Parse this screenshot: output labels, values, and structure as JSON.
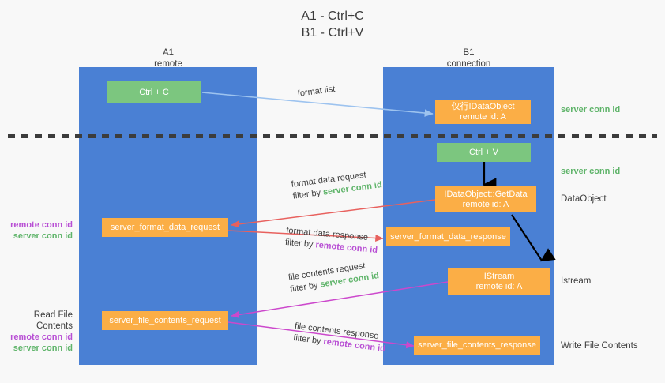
{
  "title": {
    "line1": "A1 - Ctrl+C",
    "line2": "B1 - Ctrl+V"
  },
  "colors": {
    "lane": "#4a80d4",
    "green_box": "#7cc67f",
    "orange_box": "#fbae46",
    "background": "#f8f8f8",
    "server_conn_id": "#5fb46a",
    "remote_conn_id": "#b84fd4",
    "arrow_format_list": "#9dc3ef",
    "arrow_format_data": "#e8615e",
    "arrow_file_contents": "#cc48cc",
    "arrow_internal": "#000000",
    "divider": "#3c3c3c"
  },
  "lanes": [
    {
      "name": "A1",
      "sub": "remote"
    },
    {
      "name": "B1",
      "sub": "connection"
    }
  ],
  "nodes": {
    "ctrl_c": {
      "label": "Ctrl + C"
    },
    "ctrl_v": {
      "label": "Ctrl + V"
    },
    "idataobject": {
      "line1": "仅行IDataObject",
      "line2": "remote id: A"
    },
    "getdata": {
      "line1": "IDataObject::GetData",
      "line2": "remote id: A"
    },
    "istream": {
      "line1": "IStream",
      "line2": "remote id: A"
    },
    "format_data_request": {
      "label": "server_format_data_request"
    },
    "format_data_response": {
      "label": "server_format_data_response"
    },
    "file_contents_request": {
      "label": "server_file_contents_request"
    },
    "file_contents_response": {
      "label": "server_file_contents_response"
    }
  },
  "edges": {
    "format_list": {
      "label": "format list"
    },
    "format_data_request": {
      "line1": "format data request",
      "filter_prefix": "filter by ",
      "filter_value": "server conn id"
    },
    "format_data_response": {
      "line1": "format data response",
      "filter_prefix": "filter by ",
      "filter_value": "remote conn id"
    },
    "file_contents_request": {
      "line1": "file contents request",
      "filter_prefix": "filter by ",
      "filter_value": "server conn id"
    },
    "file_contents_response": {
      "line1": "file contents response",
      "filter_prefix": "filter by ",
      "filter_value": "remote conn id"
    }
  },
  "annotations": {
    "right": {
      "server_conn_id_top": "server conn id",
      "server_conn_id_mid": "server conn id",
      "dataobject": "DataObject",
      "istream": "Istream",
      "write_file_contents": "Write File Contents"
    },
    "left": {
      "remote_conn_id_1": "remote conn id",
      "server_conn_id_1": "server conn id",
      "read_file_contents": "Read File Contents",
      "remote_conn_id_2": "remote conn id",
      "server_conn_id_2": "server conn id"
    }
  }
}
